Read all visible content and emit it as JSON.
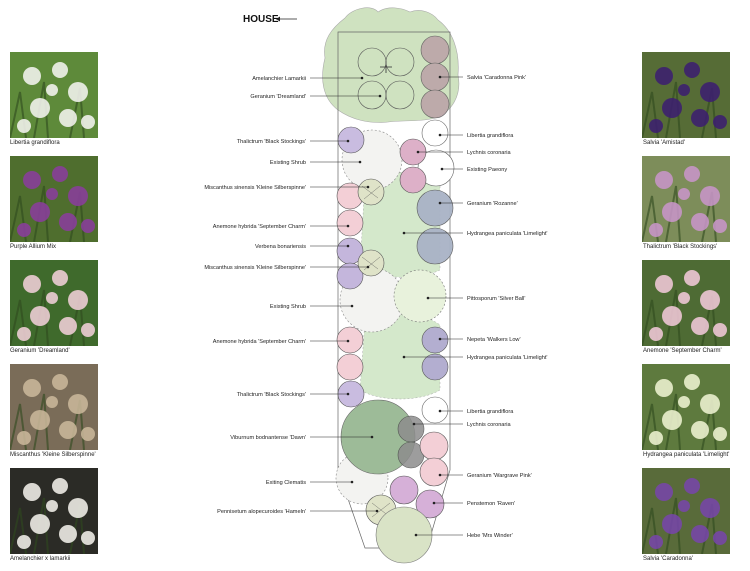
{
  "house_label": "HOUSE",
  "plants_left": [
    "Amelanchier Lamarkii",
    "Geranium 'Dreamland'",
    "Thalictrum 'Black Stockings'",
    "Existing Shrub",
    "Miscanthus sinensis 'Kleine Silberspinne'",
    "Anemone hybrida 'September Charm'",
    "Verbena bonariensis",
    "Miscanthus sinensis 'Kleine Silberspinne'",
    "Existing Shrub",
    "Anemone hybrida 'September Charm'",
    "Thalictrum 'Black Stockings'",
    "Viburnum bodnantense 'Dawn'",
    "Exiting Clematis",
    "Pennisetum alopecuroides 'Hameln'"
  ],
  "plants_right": [
    "Salvia 'Caradonna Pink'",
    "Libertia grandiflora",
    "Lychnis coronaria",
    "Existing Paeony",
    "Geranium 'Rozanne'",
    "Hydrangea paniculata 'Limelight'",
    "Pittosporum 'Silver Ball'",
    "Nepeta 'Walkers Low'",
    "Hydrangea paniculata 'Limelight'",
    "Libertia grandiflora",
    "Lychnis coronaria",
    "Geranium 'Wargrave Pink'",
    "Penstemon 'Raven'",
    "Hebe 'Mrs Winder'"
  ],
  "photos_left": [
    {
      "caption": "Libertia grandiflora",
      "bg": "#5e8a3a",
      "flower": "#f4f4ef"
    },
    {
      "caption": "Purple Allium Mix",
      "bg": "#4f6e2e",
      "flower": "#8a3d9c"
    },
    {
      "caption": "Geranium 'Dreamland'",
      "bg": "#3f6a2c",
      "flower": "#f1cfd8"
    },
    {
      "caption": "Miscanthus 'Kleine Silberspinne'",
      "bg": "#7a6c58",
      "flower": "#c9b79a"
    },
    {
      "caption": "Amelanchier x lamarkii",
      "bg": "#2b2b26",
      "flower": "#f2f0ea"
    }
  ],
  "photos_right": [
    {
      "caption": "Salvia 'Amistad'",
      "bg": "#566c36",
      "flower": "#3c1f70"
    },
    {
      "caption": "Thalictrum 'Black Stockings'",
      "bg": "#7d8d5a",
      "flower": "#c895c8"
    },
    {
      "caption": "Anemone 'September Charm'",
      "bg": "#4e6b34",
      "flower": "#f1c8d8"
    },
    {
      "caption": "Hydrangea paniculata 'Limelight'",
      "bg": "#5e7a3e",
      "flower": "#eef2d2"
    },
    {
      "caption": "Salvia 'Caradonna'",
      "bg": "#596b3a",
      "flower": "#7646a8"
    }
  ]
}
